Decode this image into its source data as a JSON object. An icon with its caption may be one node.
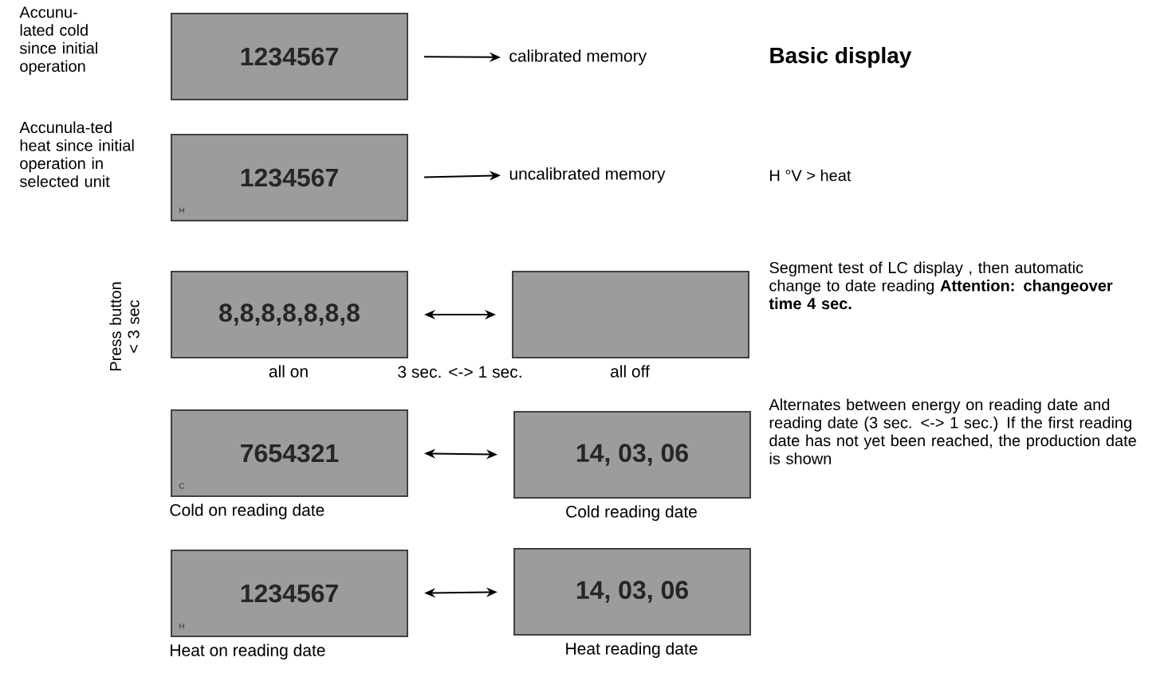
{
  "diagram": {
    "title": "Basic display",
    "nodes": [
      {
        "text": [
          "1234567"
        ]
      },
      {
        "text": [
          "calibrated memory"
        ]
      },
      {
        "text": [
          "1234567",
          "H"
        ]
      },
      {
        "text": [
          "uncalibrated memory"
        ]
      },
      {
        "text": [
          "8,8,8,8,8,8,8"
        ],
        "beside": [
          "all on"
        ]
      },
      {
        "text": [],
        "shape": "box",
        "beside": [
          "all off"
        ]
      },
      {
        "text": [
          "7654321",
          "C"
        ],
        "beside": [
          "Cold on reading date"
        ]
      },
      {
        "text": [
          "14, 03, 06"
        ],
        "beside": [
          "Cold reading date"
        ]
      },
      {
        "text": [
          "1234567",
          "H"
        ],
        "beside": [
          "Heat on reading date"
        ]
      },
      {
        "text": [
          "14, 03, 06"
        ],
        "beside": [
          "Heat reading date"
        ]
      }
    ],
    "edges": [
      {
        "from": 0,
        "to": 1,
        "arrow": "to"
      },
      {
        "from": 2,
        "to": 3,
        "arrow": "to"
      },
      {
        "from": 4,
        "to": 5,
        "arrow": "both",
        "label": "3 sec. <-> 1 sec."
      },
      {
        "from": 6,
        "to": 7,
        "arrow": "both"
      },
      {
        "from": 8,
        "to": 9,
        "arrow": "both"
      }
    ],
    "labels": [
      "Accunu-lated cold since initial operation",
      "Accunula-ted heat since initial operation in selected unit",
      "H °V > heat",
      "Press button < 3 sec",
      "Segment test of LC display , then automatic change to date reading **Attention: changeover time 4 sec.**",
      "Alternates between energy on reading date and reading date (3 sec. <-> 1 sec.) If the first reading date has not yet been reached, the production date is shown"
    ]
  }
}
